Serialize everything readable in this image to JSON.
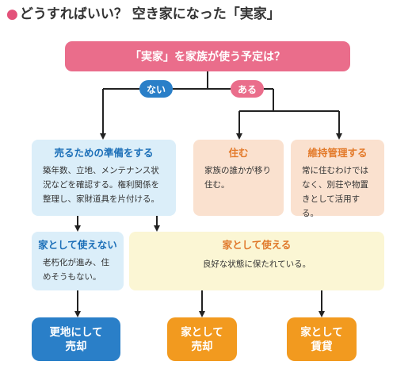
{
  "title": {
    "bullet": "●",
    "text": "どうすればいい？ 空き家になった「実家」"
  },
  "question": "「実家」を家族が使う予定は？",
  "branches": {
    "no": "ない",
    "yes": "ある"
  },
  "cards": {
    "prepare": {
      "heading": "売るための準備をする",
      "body": [
        "築年数、立地、メンテナンス状",
        "況などを確認する。権利関係を",
        "整理し、家財道具を片付ける。"
      ]
    },
    "live": {
      "heading": "住む",
      "body": [
        "家族の誰かが移り",
        "住む。"
      ]
    },
    "maintain": {
      "heading": "維持管理する",
      "body": [
        "常に住むわけでは",
        "なく、別荘や物置",
        "きとして活用する。"
      ]
    },
    "unusable": {
      "heading": "家として使えない",
      "body": [
        "老朽化が進み、住",
        "めそうもない。"
      ]
    },
    "usable": {
      "heading": "家として使える",
      "body": [
        "良好な状態に保たれている。"
      ]
    }
  },
  "results": {
    "vacant_land": [
      "更地にして",
      "売却"
    ],
    "sell": [
      "家として",
      "売却"
    ],
    "rent": [
      "家として",
      "賃貸"
    ]
  },
  "colors": {
    "pink": "#ea6d8b",
    "blue": "#2a7fc8",
    "orange": "#f29a1f",
    "line": "#222222"
  }
}
